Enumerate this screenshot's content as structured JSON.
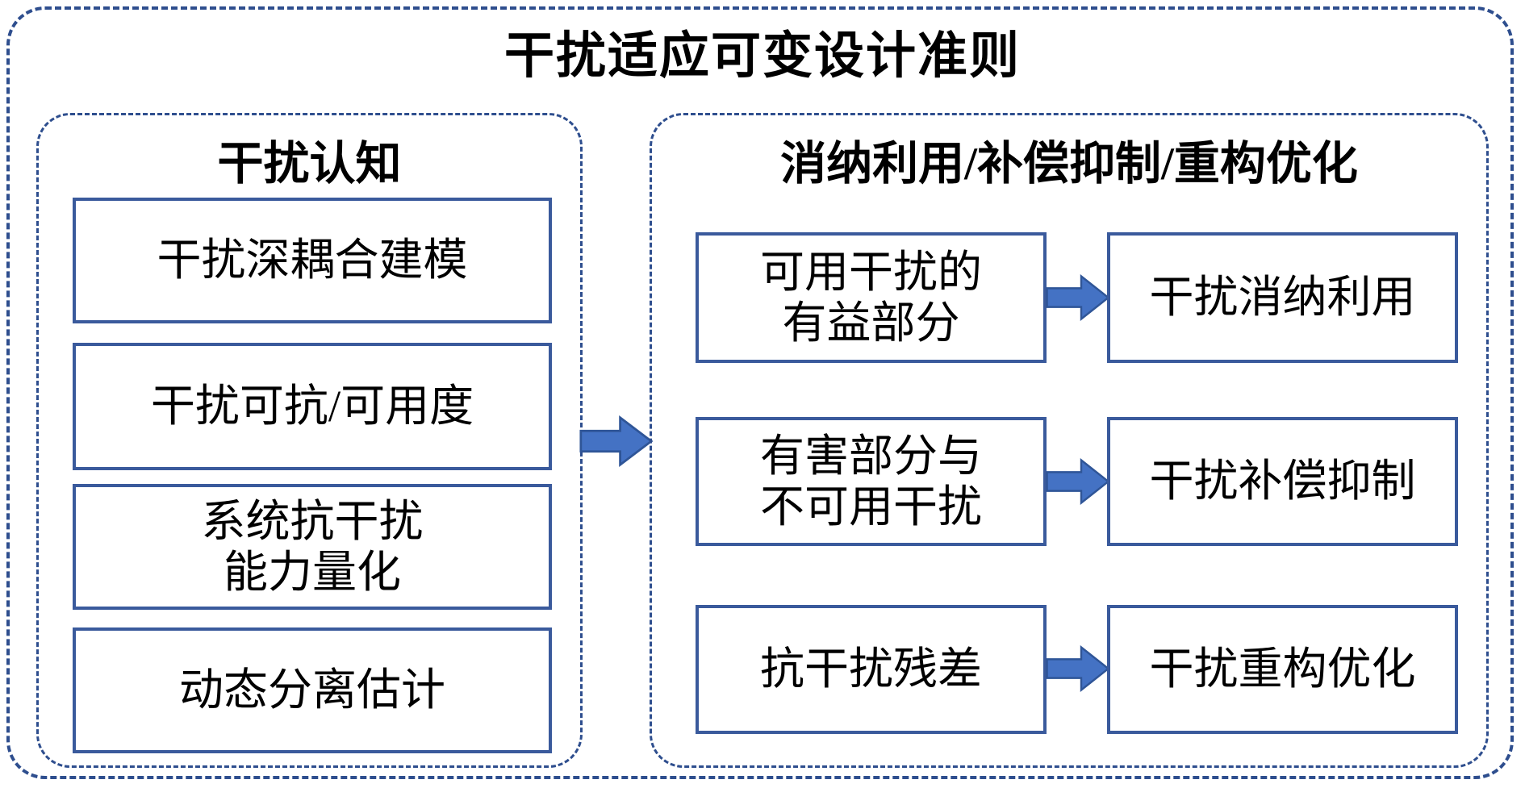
{
  "title": "干扰适应可变设计准则",
  "left_panel": {
    "title": "干扰认知",
    "items": [
      "干扰深耦合建模",
      "干扰可抗/可用度",
      "系统抗干扰\n能力量化",
      "动态分离估计"
    ]
  },
  "right_panel": {
    "title": "消纳利用/补偿抑制/重构优化",
    "rows": [
      {
        "source": "可用干扰的\n有益部分",
        "target": "干扰消纳利用"
      },
      {
        "source": "有害部分与\n不可用干扰",
        "target": "干扰补偿抑制"
      },
      {
        "source": "抗干扰残差",
        "target": "干扰重构优化"
      }
    ]
  },
  "icons": {
    "connector": "block-arrow-right"
  },
  "colors": {
    "dashed_border": "#2E4E8E",
    "box_border": "#3A5A9C",
    "arrow_fill": "#4472C4",
    "arrow_stroke": "#2F5597",
    "text": "#000000",
    "background": "#FFFFFF"
  }
}
